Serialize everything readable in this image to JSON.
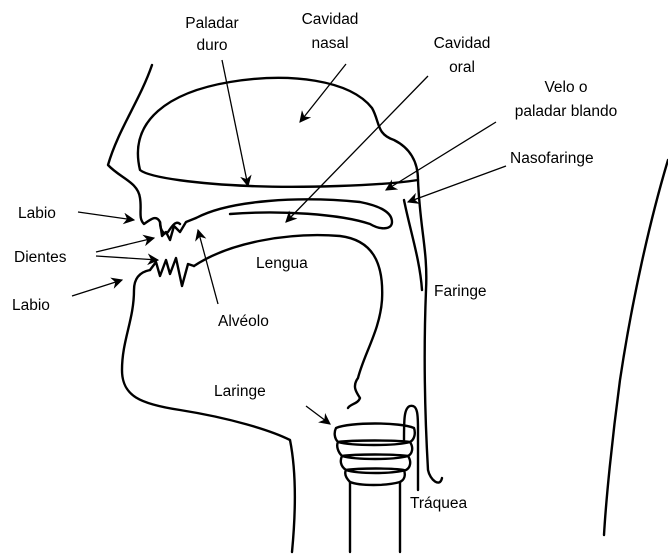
{
  "labels": {
    "paladar_duro": [
      "Paladar",
      "duro"
    ],
    "cavidad_nasal": [
      "Cavidad",
      "nasal"
    ],
    "cavidad_oral": [
      "Cavidad",
      "oral"
    ],
    "velo": [
      "Velo o",
      "paladar blando"
    ],
    "nasofaringe": "Nasofaringe",
    "labio_superior": "Labio",
    "dientes": "Dientes",
    "labio_inferior": "Labio",
    "lengua": "Lengua",
    "alveolo": "Alvéolo",
    "faringe": "Faringe",
    "laringe": "Laringe",
    "traquea": "Tráquea"
  },
  "colors": {
    "line": "#000000",
    "background": "#ffffff"
  }
}
